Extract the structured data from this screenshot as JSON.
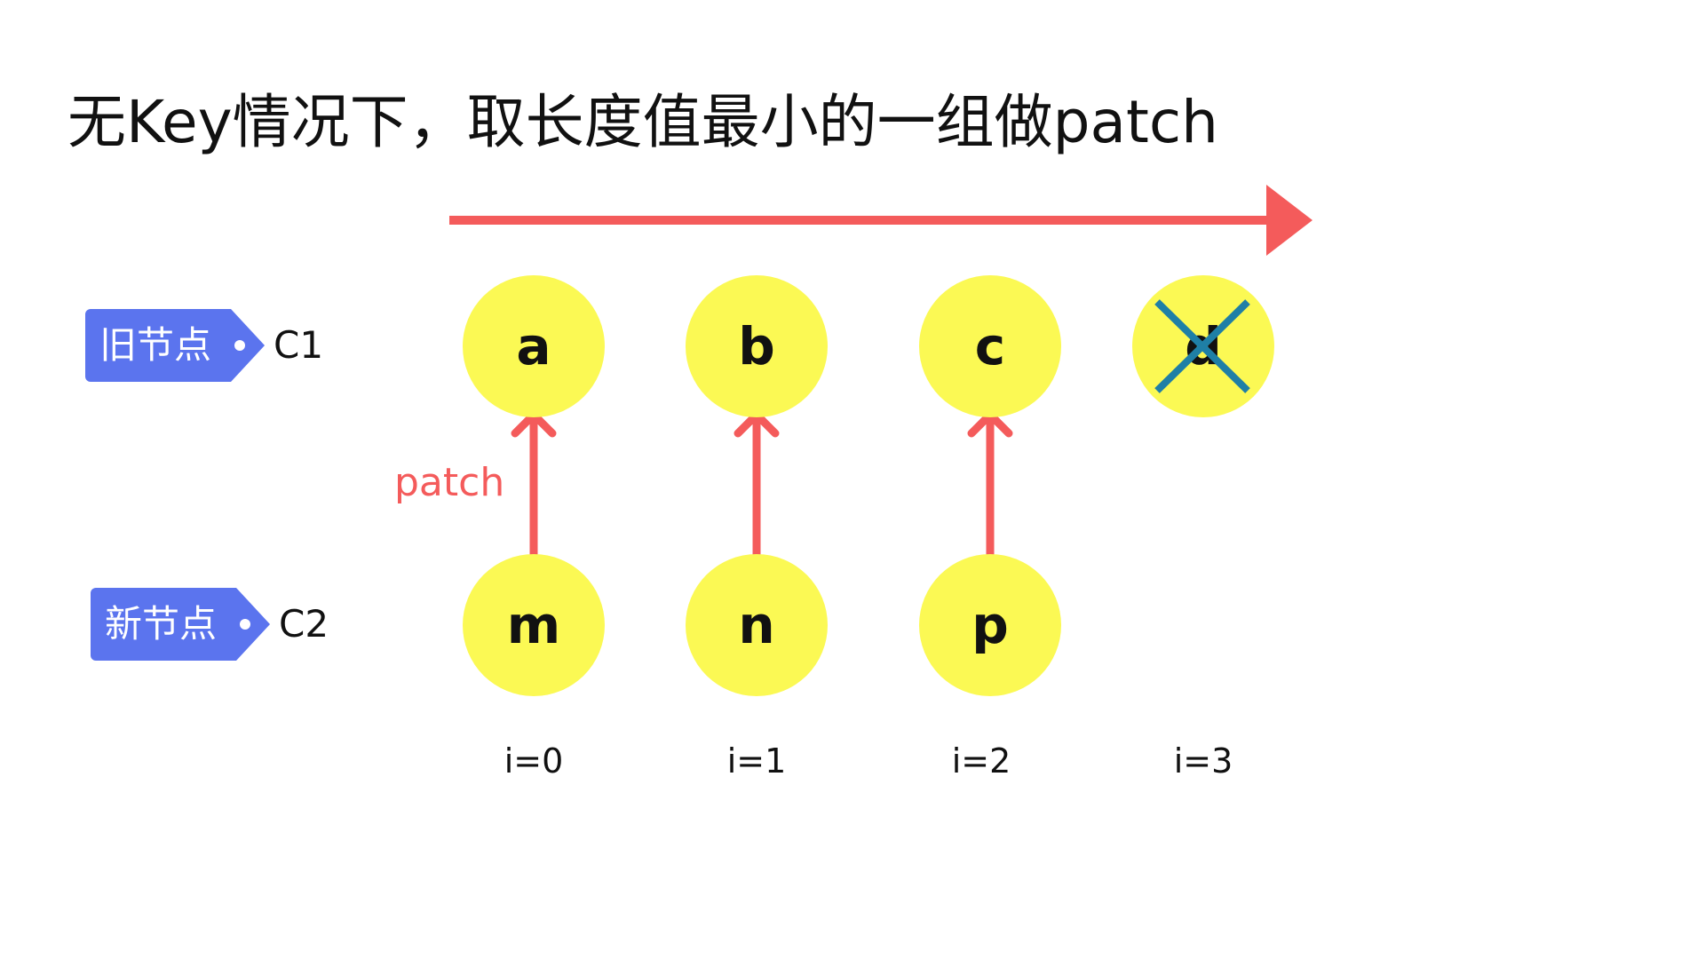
{
  "title": "无Key情况下，取长度值最小的一组做patch",
  "colors": {
    "arrow": "#f45b5b",
    "node_fill": "#fbf954",
    "tag_fill": "#5b74ee",
    "cross": "#1f7fa6"
  },
  "tags": {
    "old": {
      "label": "旧节点",
      "name": "C1"
    },
    "new": {
      "label": "新节点",
      "name": "C2"
    }
  },
  "old_nodes": [
    "a",
    "b",
    "c",
    "d"
  ],
  "new_nodes": [
    "m",
    "n",
    "p"
  ],
  "indices": [
    "i=0",
    "i=1",
    "i=2",
    "i=3"
  ],
  "patch_label": "patch",
  "removed_node": "d"
}
